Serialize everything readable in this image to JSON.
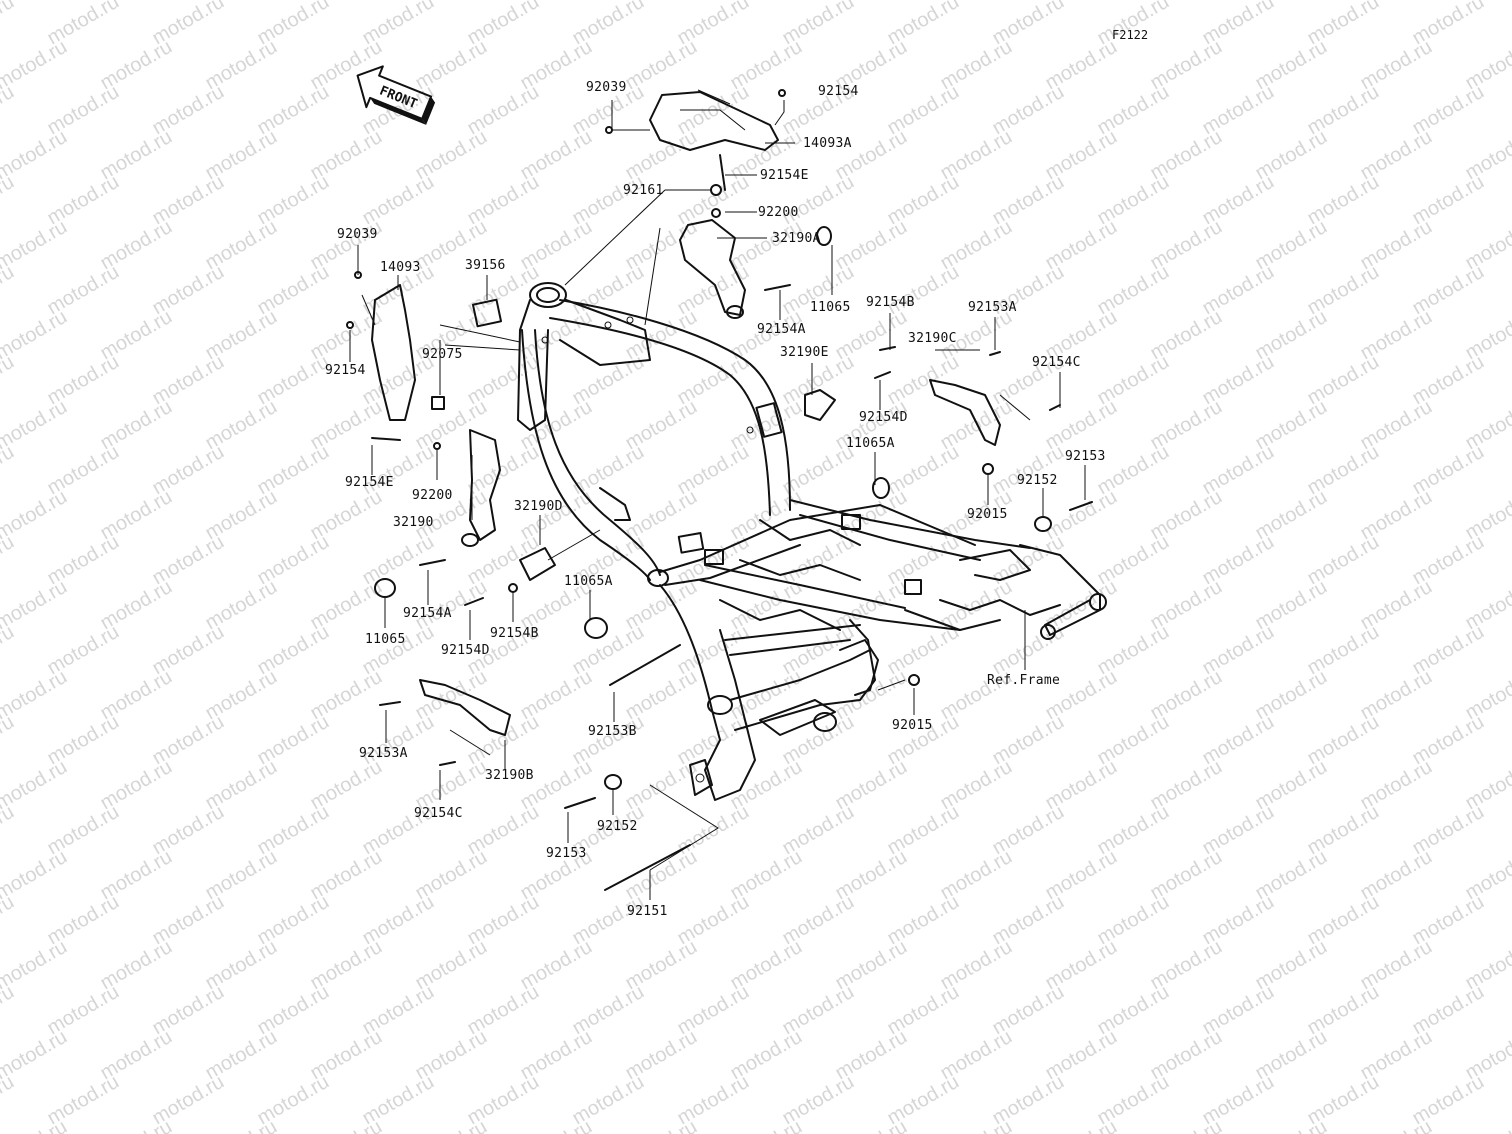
{
  "diagram": {
    "code": "F2122",
    "front_label": "FRONT",
    "watermark": "motod.ru",
    "ref_label": "Ref.Frame",
    "parts": [
      {
        "id": "p1",
        "label": "92039"
      },
      {
        "id": "p2",
        "label": "92154"
      },
      {
        "id": "p3",
        "label": "14093A"
      },
      {
        "id": "p4",
        "label": "92154E"
      },
      {
        "id": "p5",
        "label": "92161"
      },
      {
        "id": "p6",
        "label": "92200"
      },
      {
        "id": "p7",
        "label": "32190A"
      },
      {
        "id": "p8",
        "label": "11065"
      },
      {
        "id": "p9",
        "label": "92154A"
      },
      {
        "id": "p10",
        "label": "92154B"
      },
      {
        "id": "p11",
        "label": "92153A"
      },
      {
        "id": "p12",
        "label": "32190C"
      },
      {
        "id": "p13",
        "label": "92154C"
      },
      {
        "id": "p14",
        "label": "32190E"
      },
      {
        "id": "p15",
        "label": "92154D"
      },
      {
        "id": "p16",
        "label": "11065A"
      },
      {
        "id": "p17",
        "label": "92153"
      },
      {
        "id": "p18",
        "label": "92152"
      },
      {
        "id": "p19",
        "label": "92015"
      },
      {
        "id": "p20",
        "label": "92039"
      },
      {
        "id": "p21",
        "label": "14093"
      },
      {
        "id": "p22",
        "label": "39156"
      },
      {
        "id": "p23",
        "label": "92154"
      },
      {
        "id": "p24",
        "label": "92075"
      },
      {
        "id": "p25",
        "label": "92154E"
      },
      {
        "id": "p26",
        "label": "92200"
      },
      {
        "id": "p27",
        "label": "32190"
      },
      {
        "id": "p28",
        "label": "32190D"
      },
      {
        "id": "p29",
        "label": "11065A"
      },
      {
        "id": "p30",
        "label": "92154A"
      },
      {
        "id": "p31",
        "label": "92154B"
      },
      {
        "id": "p32",
        "label": "11065"
      },
      {
        "id": "p33",
        "label": "92154D"
      },
      {
        "id": "p34",
        "label": "92153A"
      },
      {
        "id": "p35",
        "label": "32190B"
      },
      {
        "id": "p36",
        "label": "92153B"
      },
      {
        "id": "p37",
        "label": "92015"
      },
      {
        "id": "p38",
        "label": "92154C"
      },
      {
        "id": "p39",
        "label": "92152"
      },
      {
        "id": "p40",
        "label": "92153"
      },
      {
        "id": "p41",
        "label": "92151"
      }
    ]
  }
}
